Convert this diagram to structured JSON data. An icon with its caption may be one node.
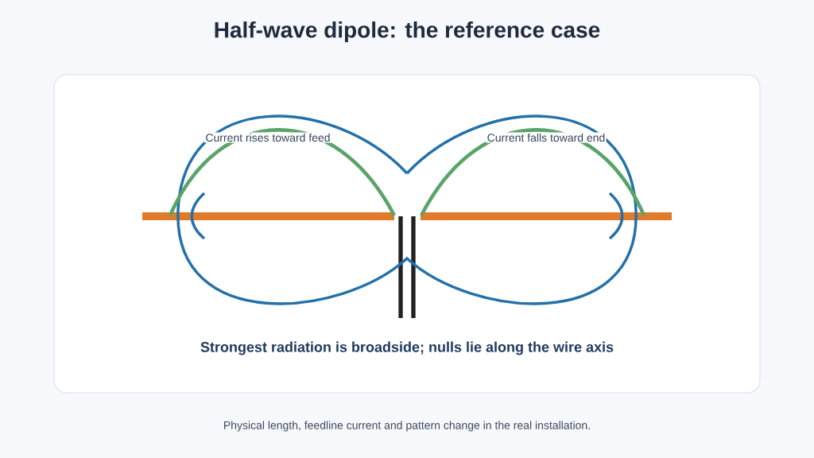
{
  "diagram": {
    "title": "Half-wave dipole: the reference case",
    "caption": "Physical length, feedline current and pattern change in the real installation.",
    "labels": [
      "Current rises toward feed",
      "Current falls toward end",
      "**Strongest radiation is broadside; nulls lie along the wire axis**"
    ]
  }
}
